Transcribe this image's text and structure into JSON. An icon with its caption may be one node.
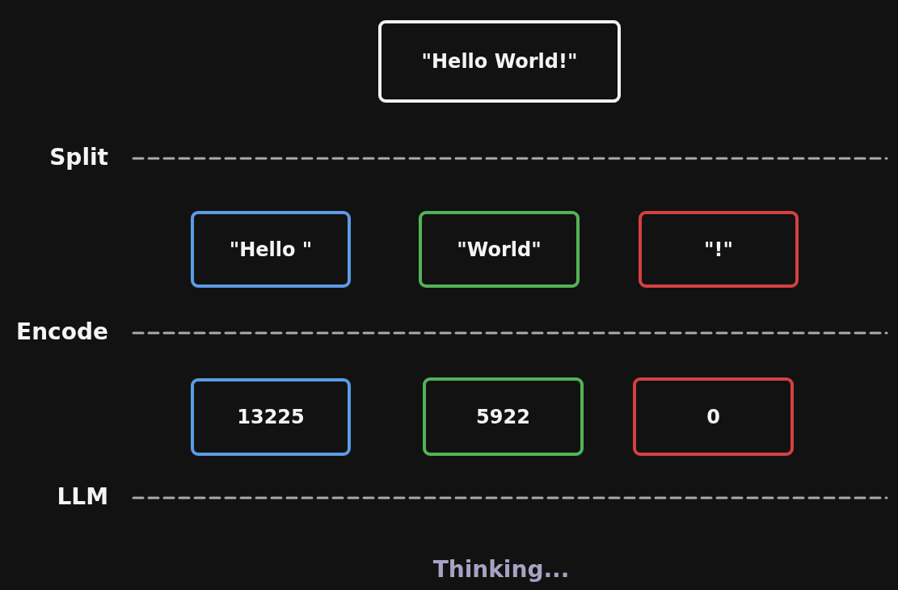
{
  "diagram": {
    "nodes": [
      {
        "text": [
          "\"Hello World!\""
        ]
      },
      {
        "text": [
          "\"Hello \""
        ]
      },
      {
        "text": [
          "\"World\""
        ]
      },
      {
        "text": [
          "\"!\""
        ]
      },
      {
        "text": [
          "13225"
        ]
      },
      {
        "text": [
          "5922"
        ]
      },
      {
        "text": [
          "0"
        ]
      }
    ],
    "labels": [
      "Split",
      "Encode",
      "LLM",
      "Thinking..."
    ]
  }
}
